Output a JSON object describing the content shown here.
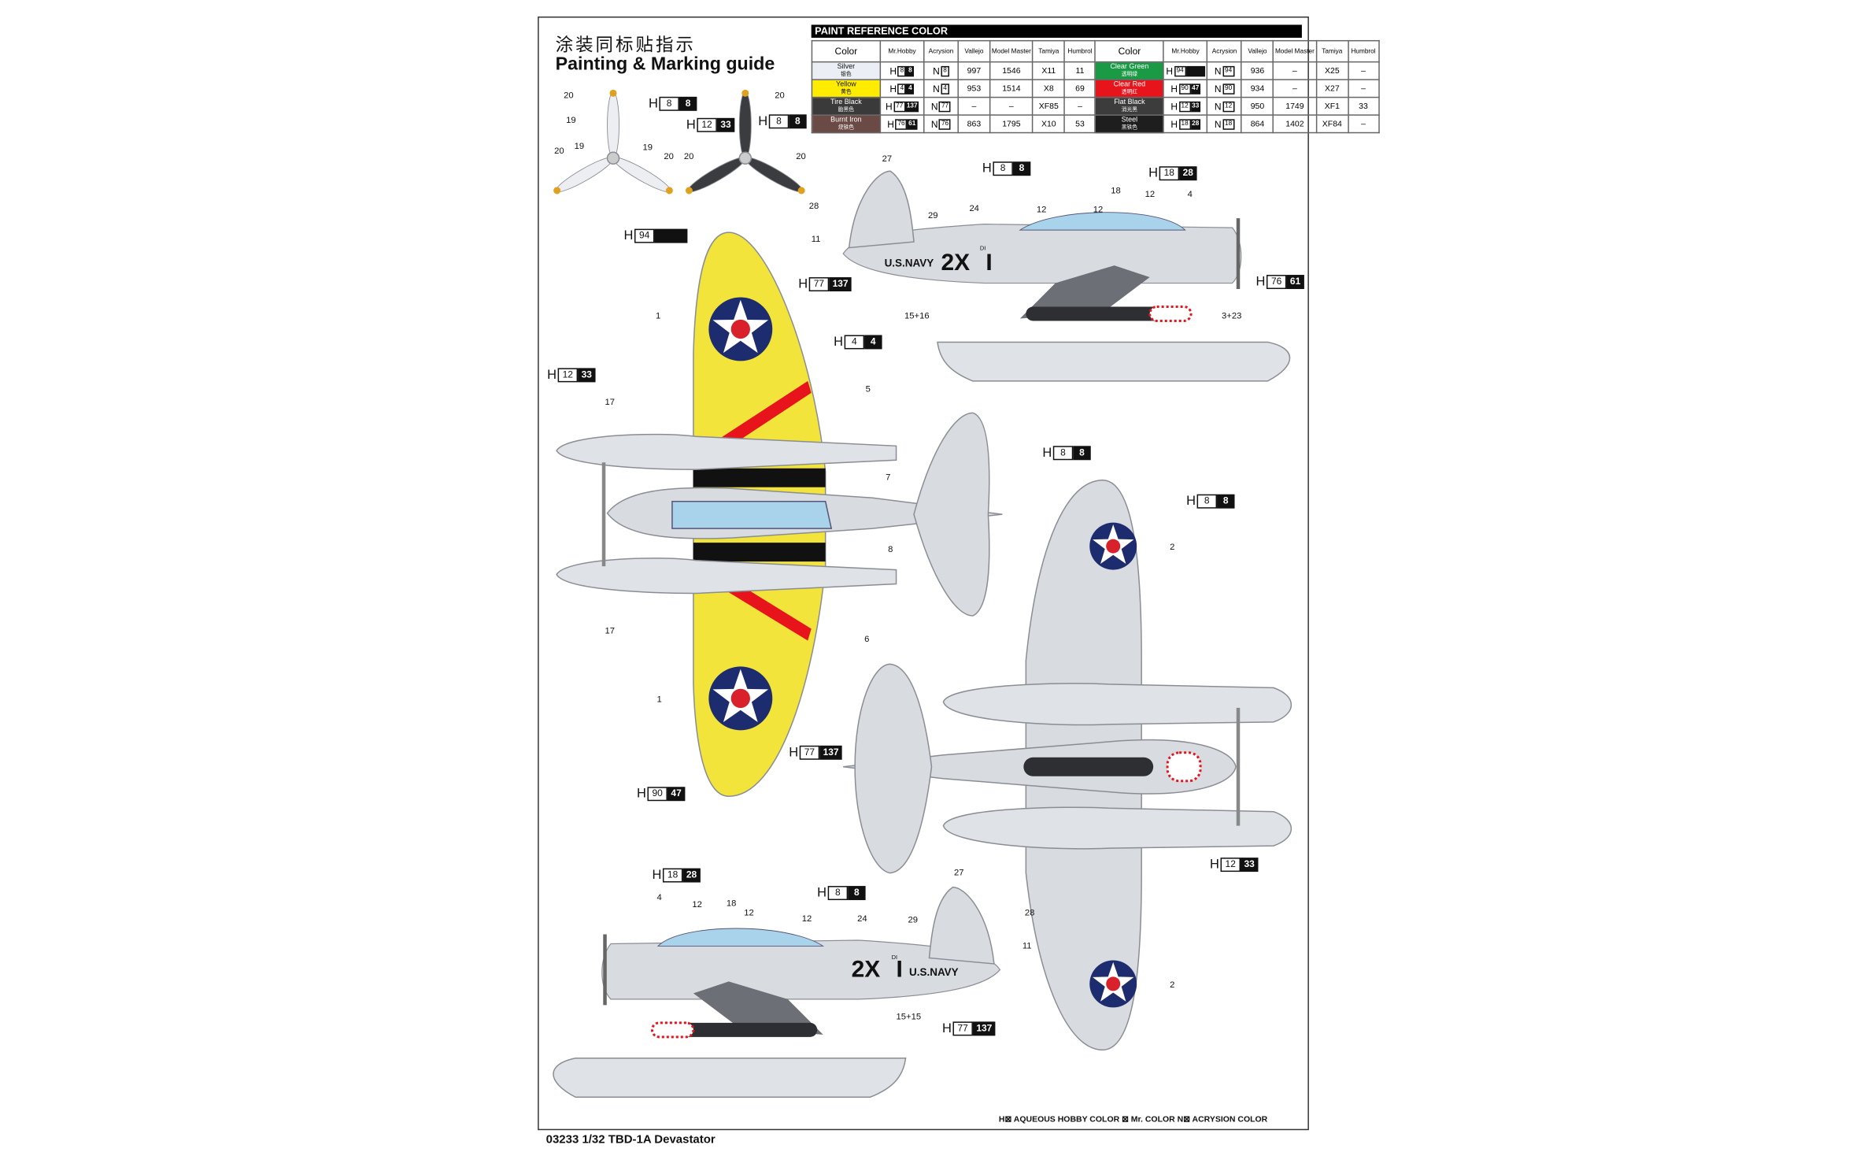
{
  "title_cn": "涂装同标贴指示",
  "title_en": "Painting & Marking guide",
  "paint_table": {
    "header": "PAINT  REFERENCE COLOR",
    "columns": [
      "Color",
      "Mr.Hobby",
      "Acrysion",
      "Vallejo",
      "Model Master",
      "Tamiya",
      "Humbrol"
    ],
    "left_rows": [
      {
        "name": "Silver",
        "cn": "银色",
        "swatch": "#eceef6",
        "text_color": "#111",
        "h_white": "8",
        "h_black": "8",
        "n": "8",
        "vallejo": "997",
        "model_master": "1546",
        "tamiya": "X11",
        "humbrol": "11"
      },
      {
        "name": "Yellow",
        "cn": "黄色",
        "swatch": "#ffec00",
        "text_color": "#111",
        "h_white": "4",
        "h_black": "4",
        "n": "4",
        "vallejo": "953",
        "model_master": "1514",
        "tamiya": "X8",
        "humbrol": "69"
      },
      {
        "name": "Tire Black",
        "cn": "胎黑色",
        "swatch": "#3a3a3a",
        "text_color": "#fff",
        "h_white": "77",
        "h_black": "137",
        "n": "77",
        "vallejo": "–",
        "model_master": "–",
        "tamiya": "XF85",
        "humbrol": "–"
      },
      {
        "name": "Burnt Iron",
        "cn": "烧铁色",
        "swatch": "#6b4a45",
        "text_color": "#fff",
        "h_white": "76",
        "h_black": "61",
        "n": "76",
        "vallejo": "863",
        "model_master": "1795",
        "tamiya": "X10",
        "humbrol": "53"
      }
    ],
    "right_rows": [
      {
        "name": "Clear Green",
        "cn": "透明绿",
        "swatch": "#1a9a45",
        "text_color": "#fff",
        "h_white": "94",
        "h_black": "",
        "n": "94",
        "vallejo": "936",
        "model_master": "–",
        "tamiya": "X25",
        "humbrol": "–"
      },
      {
        "name": "Clear Red",
        "cn": "透明红",
        "swatch": "#e8141c",
        "text_color": "#fff",
        "h_white": "90",
        "h_black": "47",
        "n": "90",
        "vallejo": "934",
        "model_master": "–",
        "tamiya": "X27",
        "humbrol": "–"
      },
      {
        "name": "Flat Black",
        "cn": "消光黑",
        "swatch": "#3c3c3c",
        "text_color": "#fff",
        "h_white": "12",
        "h_black": "33",
        "n": "12",
        "vallejo": "950",
        "model_master": "1749",
        "tamiya": "XF1",
        "humbrol": "33"
      },
      {
        "name": "Steel",
        "cn": "黑铁色",
        "swatch": "#1e1e1e",
        "text_color": "#fff",
        "h_white": "18",
        "h_black": "28",
        "n": "18",
        "vallejo": "864",
        "model_master": "1402",
        "tamiya": "XF84",
        "humbrol": "–"
      }
    ]
  },
  "callouts": [
    {
      "p": "H",
      "w": "8",
      "b": "8"
    },
    {
      "p": "H",
      "w": "12",
      "b": "33"
    },
    {
      "p": "H",
      "w": "8",
      "b": "8"
    },
    {
      "p": "H",
      "w": "8",
      "b": "8"
    },
    {
      "p": "H",
      "w": "18",
      "b": "28"
    },
    {
      "p": "H",
      "w": "77",
      "b": "137"
    },
    {
      "p": "H",
      "w": "76",
      "b": "61"
    },
    {
      "p": "H",
      "w": "94",
      "b": ""
    },
    {
      "p": "H",
      "w": "4",
      "b": "4"
    },
    {
      "p": "H",
      "w": "12",
      "b": "33"
    },
    {
      "p": "H",
      "w": "90",
      "b": "47"
    },
    {
      "p": "H",
      "w": "8",
      "b": "8"
    },
    {
      "p": "H",
      "w": "8",
      "b": "8"
    },
    {
      "p": "H",
      "w": "77",
      "b": "137"
    },
    {
      "p": "H",
      "w": "12",
      "b": "33"
    },
    {
      "p": "H",
      "w": "18",
      "b": "28"
    },
    {
      "p": "H",
      "w": "8",
      "b": "8"
    },
    {
      "p": "H",
      "w": "77",
      "b": "137"
    }
  ],
  "part_numbers": [
    "20",
    "19",
    "20",
    "19",
    "19",
    "20",
    "20",
    "20",
    "20",
    "27",
    "28",
    "11",
    "29",
    "24",
    "12",
    "12",
    "18",
    "12",
    "4",
    "15+16",
    "3+23",
    "1",
    "5",
    "17",
    "7",
    "8",
    "17",
    "6",
    "1",
    "2",
    "2",
    "4",
    "12",
    "18",
    "12",
    "12",
    "24",
    "27",
    "29",
    "28",
    "11",
    "15+15"
  ],
  "markings": {
    "navy": "U.S.NAVY",
    "code": "2X",
    "sub": "DI",
    "num": "I"
  },
  "colors": {
    "yellow": "#f2e43a",
    "silver": "#d8dbe0",
    "insignia_blue": "#1d2c6e",
    "insignia_red": "#d9212b",
    "stripe_red": "#e8141c",
    "canopy": "#a9d3ea"
  },
  "legend": "H⊠ AQUEOUS HOBBY COLOR   ⊠ Mr. COLOR  N⊠ ACRYSION COLOR",
  "footer": "03233 1/32 TBD-1A Devastator"
}
